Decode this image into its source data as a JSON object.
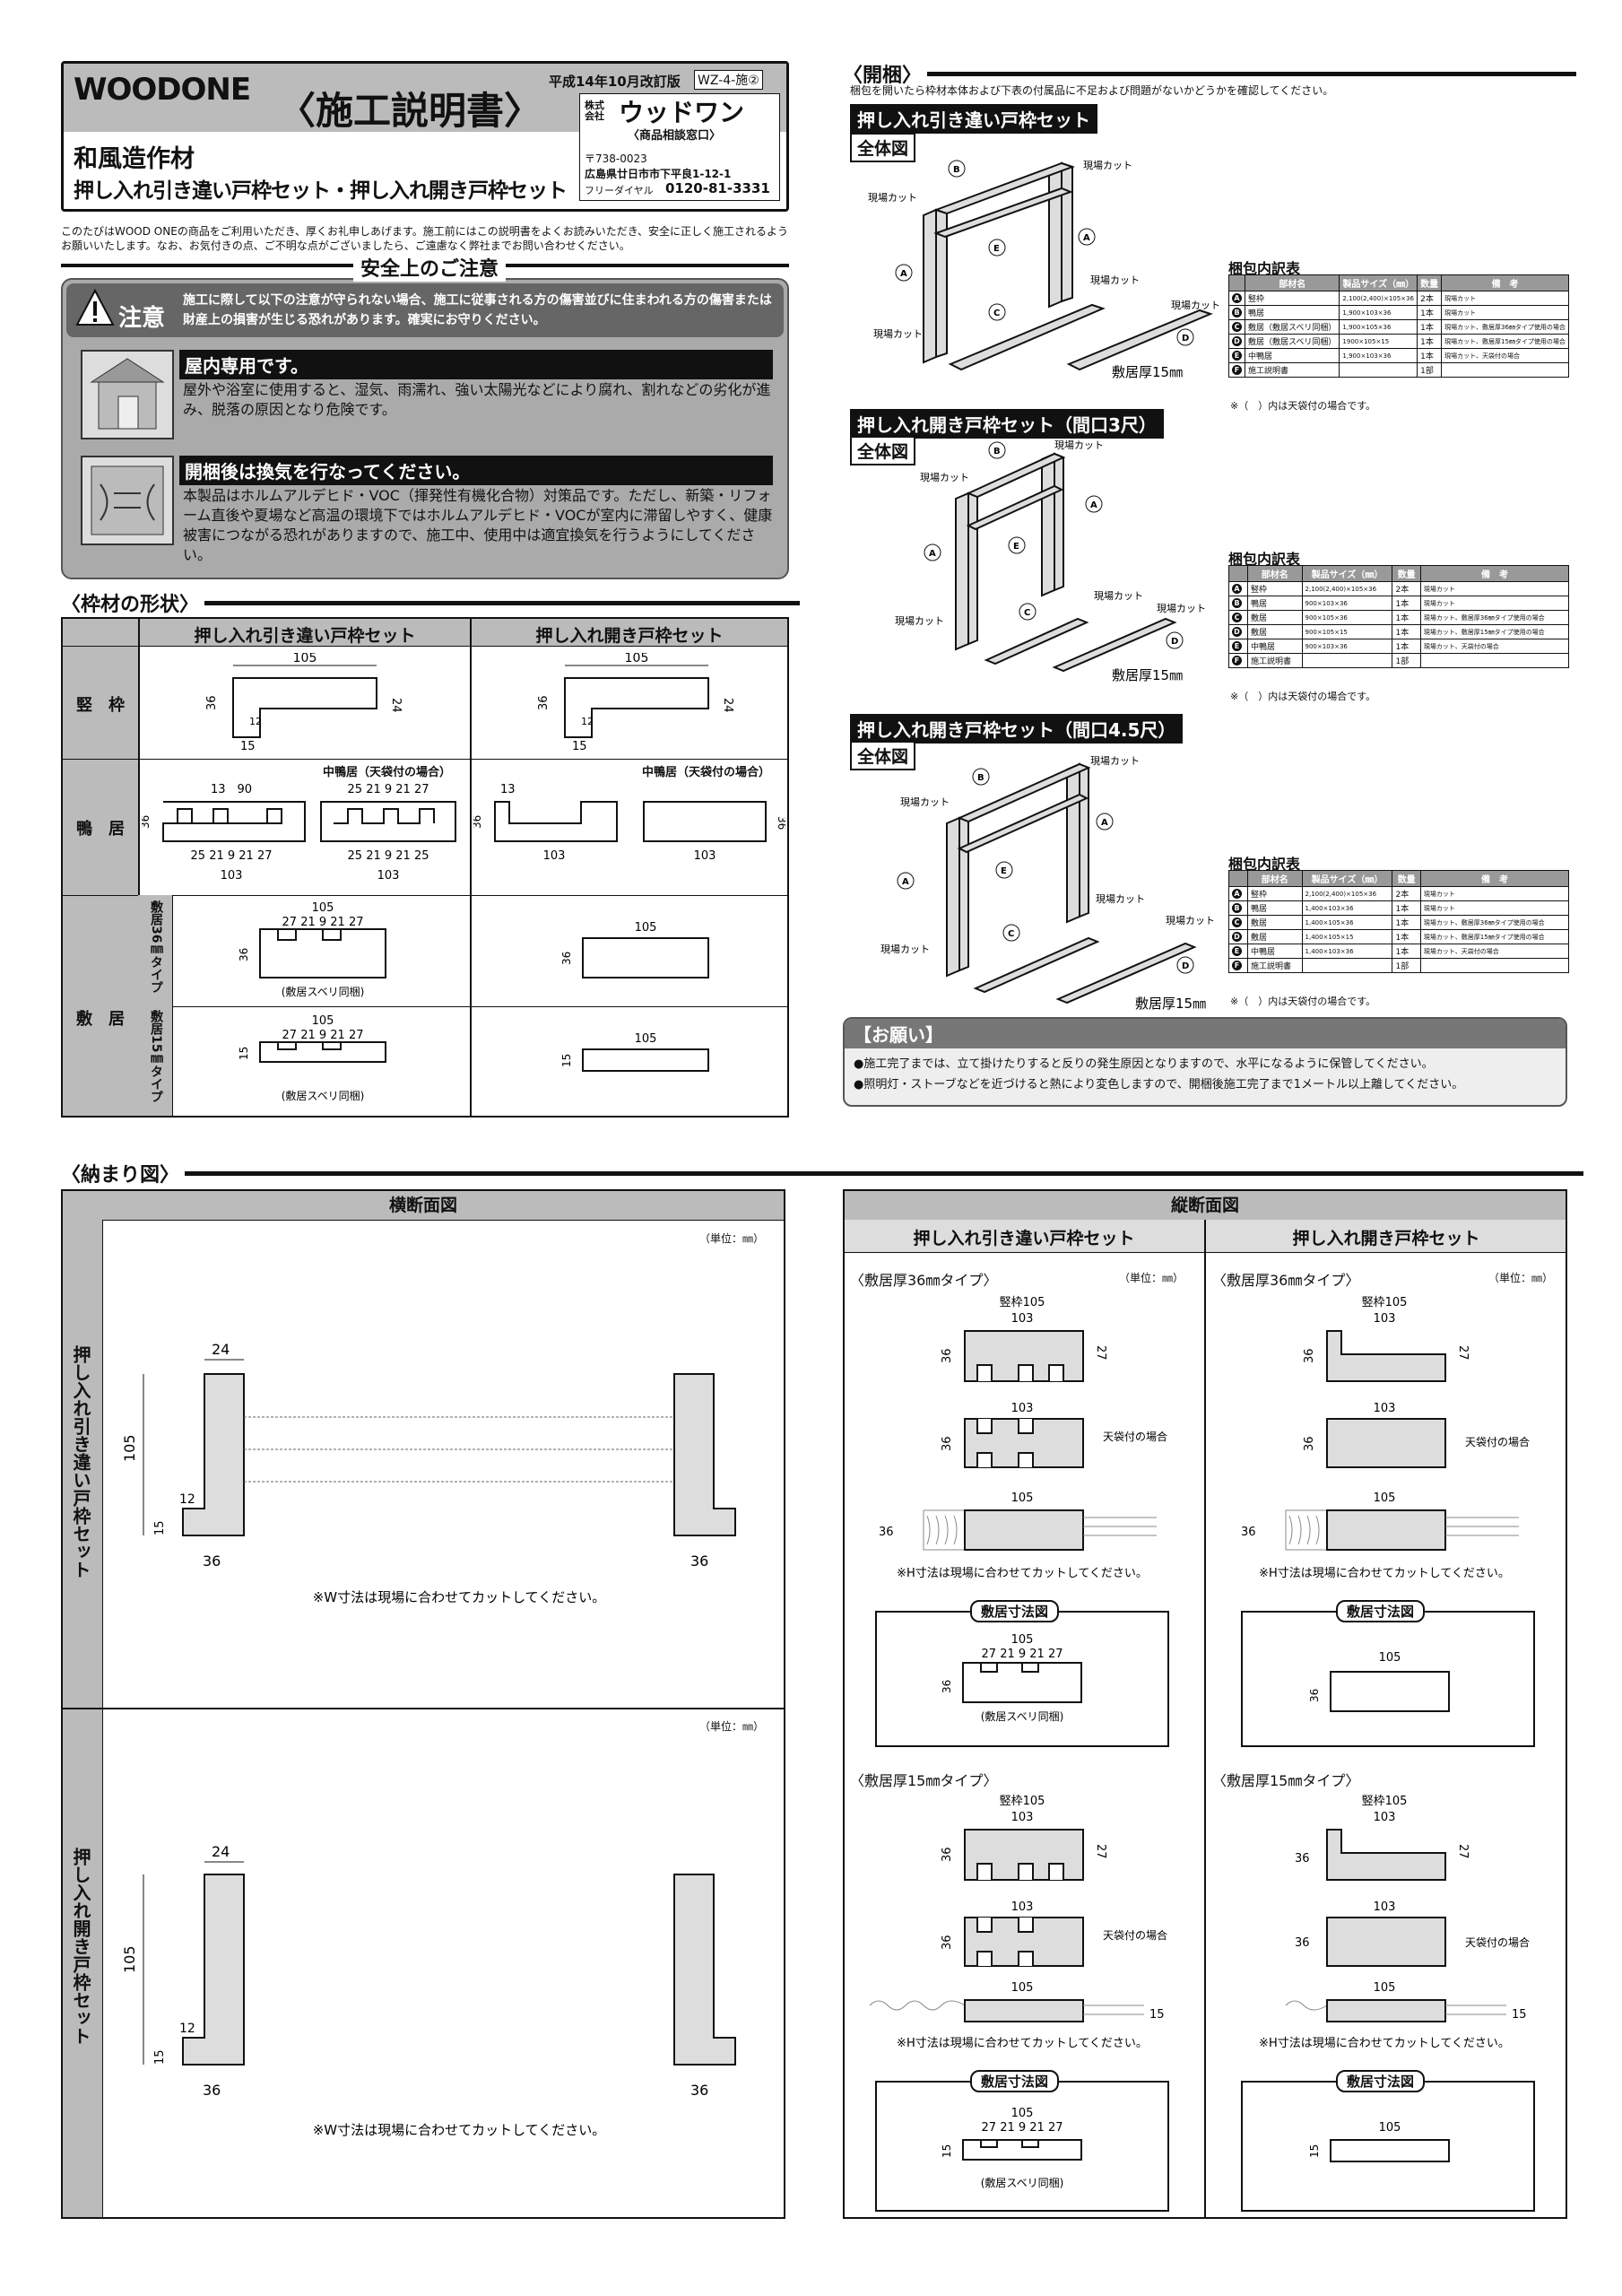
{
  "header": {
    "logo": "WOODONE",
    "doc_title": "〈施工説明書〉",
    "revision": "平成14年10月改訂版",
    "doc_code": "WZ-4-施②",
    "category": "和風造作材",
    "product_title": "押し入れ引き違い戸枠セット・押し入れ開き戸枠セット",
    "company_prefix": "株式\n会社",
    "company_name": "ウッドワン",
    "inquiry": "〈商品相談窓口〉",
    "postal": "〒738-0023",
    "address": "広島県廿日市市下平良1-12-1",
    "freedial_label": "フリーダイヤル",
    "freedial_number": "0120-81-3331"
  },
  "intro": "このたびはWOOD ONEの商品をご利用いただき、厚くお礼申しあげます。施工前にはこの説明書をよくお読みいただき、安全に正しく施工されるようお願いいたします。なお、お気付きの点、ご不明な点がございましたら、ご遠慮なく弊社までお問い合わせください。",
  "safety": {
    "title": "安全上のご注意",
    "caution_label": "注意",
    "caution_text": "施工に際して以下の注意が守られない場合、施工に従事される方の傷害並びに住まわれる方の傷害または財産上の損害が生じる恐れがあります。確実にお守りください。",
    "item1_title": "屋内専用です。",
    "item1_text": "屋外や浴室に使用すると、湿気、雨濡れ、強い太陽光などにより腐れ、割れなどの劣化が進み、脱落の原因となり危険です。",
    "item2_title": "開梱後は換気を行なってください。",
    "item2_text": "本製品はホルムアルデヒド・VOC（揮発性有機化合物）対策品です。ただし、新築・リフォーム直後や夏場など高温の環境下ではホルムアルデヒド・VOCが室内に滞留しやすく、健康被害につながる恐れがありますので、施工中、使用中は適宜換気を行うようにしてください。"
  },
  "shapes": {
    "title": "〈枠材の形状〉",
    "col1": "押し入れ引き違い戸枠セット",
    "col2": "押し入れ開き戸枠セット",
    "row_tate": "竪　枠",
    "row_kamoi": "鴨　居",
    "row_shikii": "敷　居",
    "sub36": "敷居36㎜タイプ",
    "sub15": "敷居15㎜タイプ",
    "naka_kamoi": "中鴨居（天袋付の場合）",
    "suberi": "(敷居スベリ同梱)"
  },
  "unpack": {
    "title": "〈開梱〉",
    "intro": "梱包を開いたら枠材本体および下表の付属品に不足および問題がないかどうかを確認してください。",
    "set1": "押し入れ引き違い戸枠セット",
    "set2": "押し入れ開き戸枠セット（間口3尺）",
    "set3": "押し入れ開き戸枠セット（間口4.5尺）",
    "zentai": "全体図",
    "genba": "現場カット",
    "shikii_thk": "敷居厚15㎜",
    "table_title": "梱包内訳表",
    "th": [
      "部材名",
      "製品サイズ（㎜）",
      "数量",
      "備　考"
    ],
    "note": "※（　）内は天袋付の場合です。",
    "t1": [
      [
        "A",
        "竪枠",
        "2,100(2,400)×105×36",
        "2本",
        "現場カット"
      ],
      [
        "B",
        "鴨居",
        "1,900×103×36",
        "1本",
        "現場カット"
      ],
      [
        "C",
        "敷居（敷居スベリ同梱）",
        "1,900×105×36",
        "1本",
        "現場カット、敷居厚36㎜タイプ使用の場合"
      ],
      [
        "D",
        "敷居（敷居スベリ同梱）",
        "1900×105×15",
        "1本",
        "現場カット、敷居厚15㎜タイプ使用の場合"
      ],
      [
        "E",
        "中鴨居",
        "1,900×103×36",
        "1本",
        "現場カット、天袋付の場合"
      ],
      [
        "F",
        "施工説明書",
        "",
        "1部",
        ""
      ]
    ],
    "t2": [
      [
        "A",
        "竪枠",
        "2,100(2,400)×105×36",
        "2本",
        "現場カット"
      ],
      [
        "B",
        "鴨居",
        "900×103×36",
        "1本",
        "現場カット"
      ],
      [
        "C",
        "敷居",
        "900×105×36",
        "1本",
        "現場カット、敷居厚36㎜タイプ使用の場合"
      ],
      [
        "D",
        "敷居",
        "900×105×15",
        "1本",
        "現場カット、敷居厚15㎜タイプ使用の場合"
      ],
      [
        "E",
        "中鴨居",
        "900×103×36",
        "1本",
        "現場カット、天袋付の場合"
      ],
      [
        "F",
        "施工説明書",
        "",
        "1部",
        ""
      ]
    ],
    "t3": [
      [
        "A",
        "竪枠",
        "2,100(2,400)×105×36",
        "2本",
        "現場カット"
      ],
      [
        "B",
        "鴨居",
        "1,400×103×36",
        "1本",
        "現場カット"
      ],
      [
        "C",
        "敷居",
        "1,400×105×36",
        "1本",
        "現場カット、敷居厚36㎜タイプ使用の場合"
      ],
      [
        "D",
        "敷居",
        "1,400×105×15",
        "1本",
        "現場カット、敷居厚15㎜タイプ使用の場合"
      ],
      [
        "E",
        "中鴨居",
        "1,400×103×36",
        "1本",
        "現場カット、天袋付の場合"
      ],
      [
        "F",
        "施工説明書",
        "",
        "1部",
        ""
      ]
    ]
  },
  "request": {
    "title": "【お願い】",
    "item1": "●施工完了までは、立て掛けたりすると反りの発生原因となりますので、水平になるように保管してください。",
    "item2": "●照明灯・ストーブなどを近づけると熱により変色しますので、開梱後施工完了まで1メートル以上離してください。"
  },
  "osamari": {
    "title": "〈納まり図〉",
    "yoko": "横断面図",
    "tate": "縦断面図",
    "unit": "（単位：㎜）",
    "left_row1": "押し入れ引き違い戸枠セット",
    "left_row2": "押し入れ開き戸枠セット",
    "w_note": "※W寸法は現場に合わせてカットしてください。",
    "h_note": "※H寸法は現場に合わせてカットしてください。",
    "col1": "押し入れ引き違い戸枠セット",
    "col2": "押し入れ開き戸枠セット",
    "type36": "〈敷居厚36㎜タイプ〉",
    "type15": "〈敷居厚15㎜タイプ〉",
    "shikii_dim": "敷居寸法図",
    "tenbukuro": "天袋付の場合",
    "tatewaku105": "竪枠105",
    "suberi": "(敷居スベリ同梱)"
  }
}
